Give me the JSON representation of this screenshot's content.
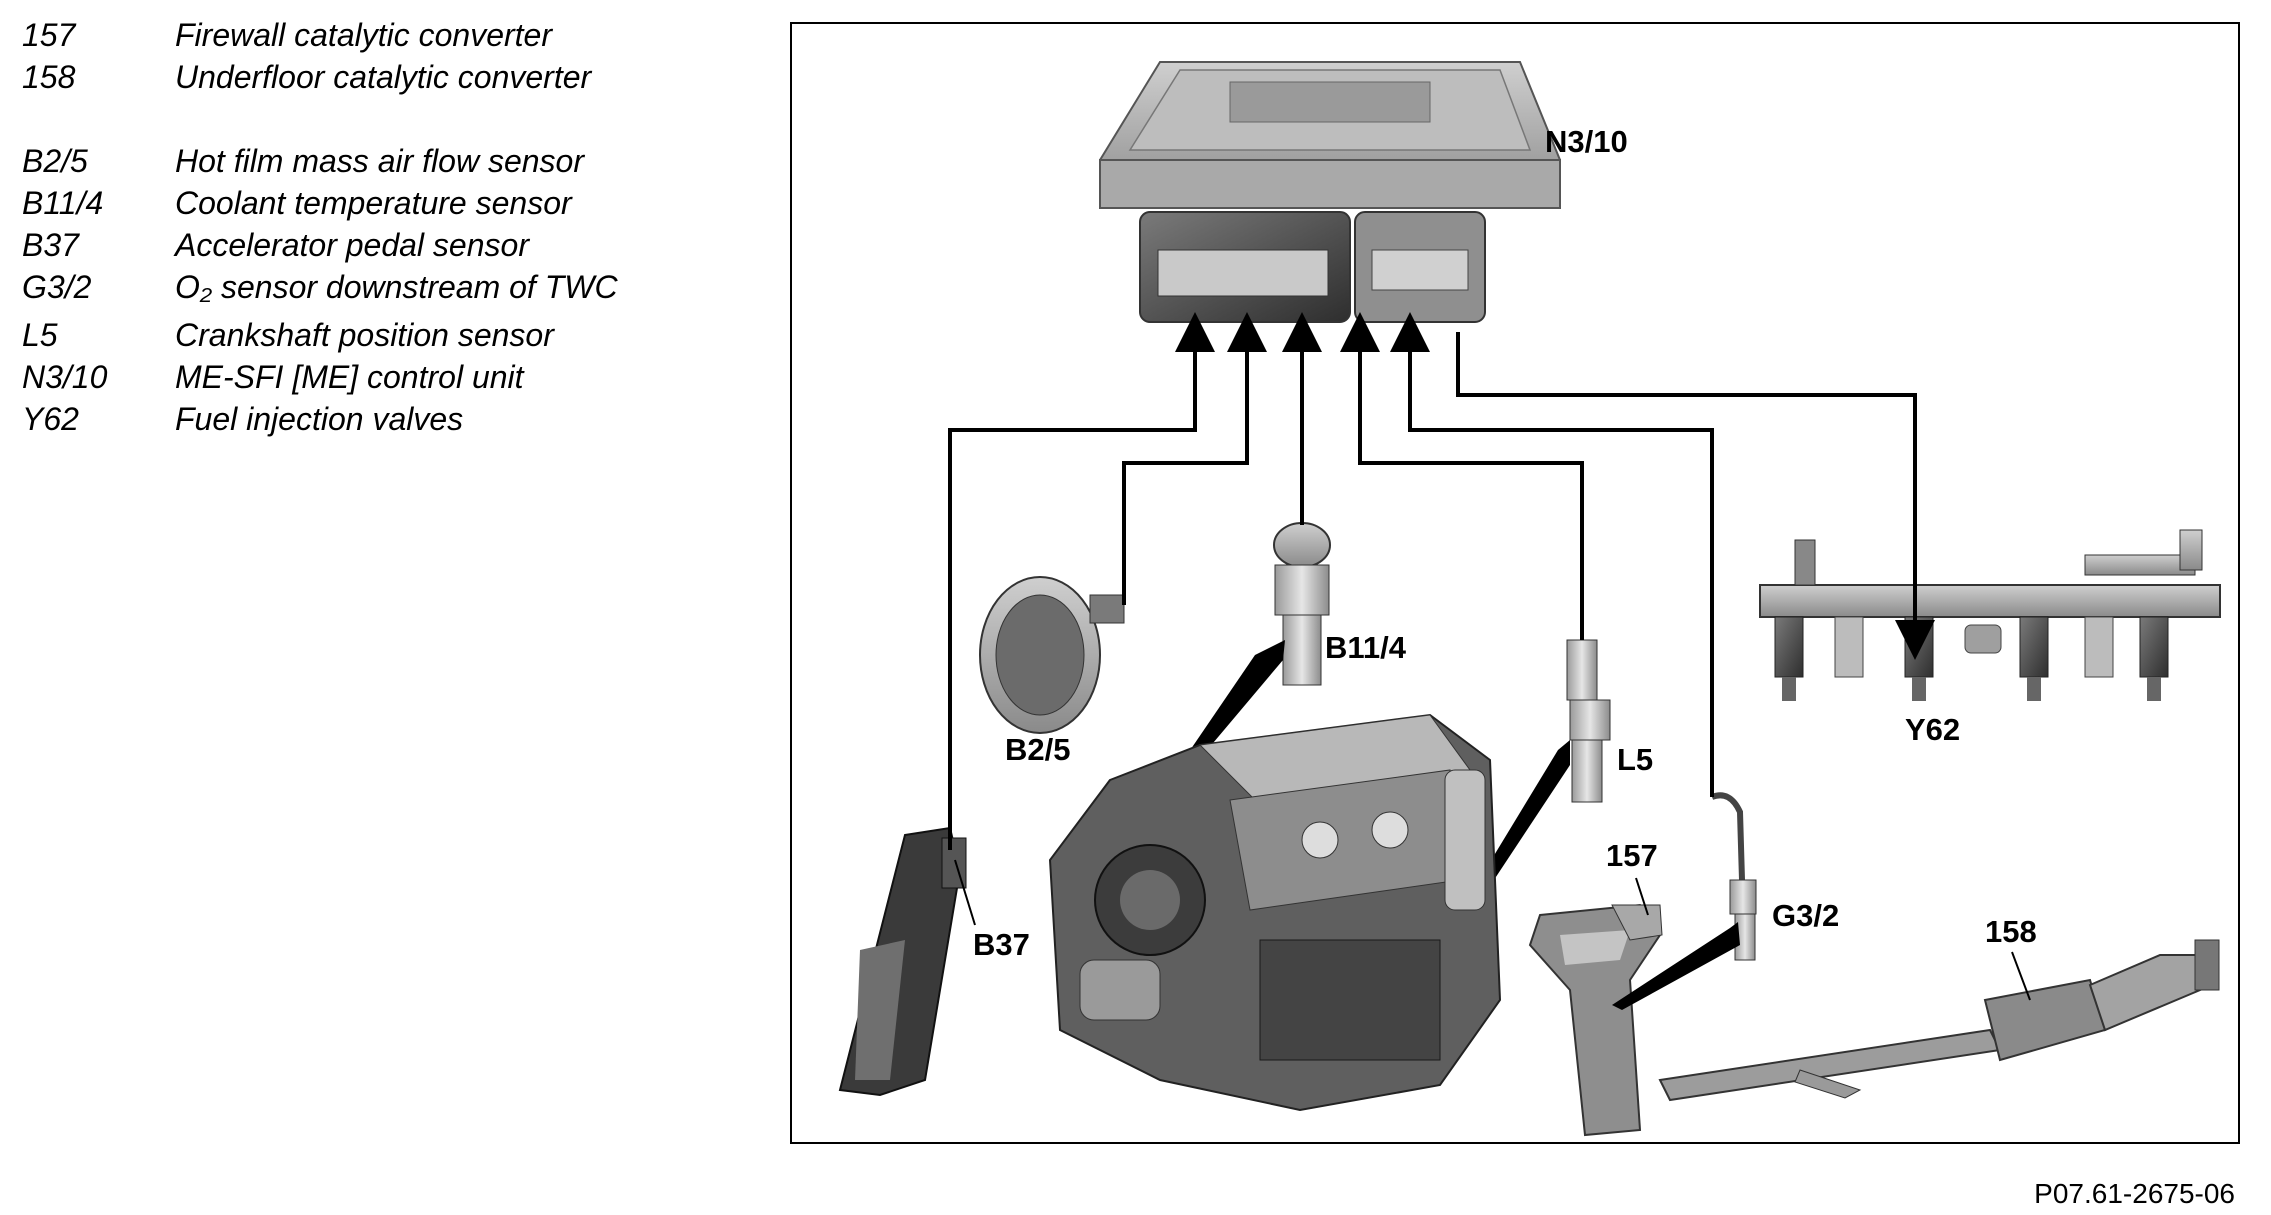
{
  "legend": [
    {
      "code": "157",
      "desc": "Firewall catalytic converter"
    },
    {
      "code": "158",
      "desc": "Underfloor catalytic converter"
    },
    {
      "code": "B2/5",
      "desc": "Hot film mass air flow sensor"
    },
    {
      "code": "B11/4",
      "desc": "Coolant temperature sensor"
    },
    {
      "code": "B37",
      "desc": "Accelerator pedal sensor"
    },
    {
      "code": "G3/2",
      "desc": "O₂ sensor downstream of TWC"
    },
    {
      "code": "L5",
      "desc": "Crankshaft position sensor"
    },
    {
      "code": "N3/10",
      "desc": "ME-SFI [ME] control unit"
    },
    {
      "code": "Y62",
      "desc": "Fuel injection valves"
    }
  ],
  "diagram": {
    "labels": {
      "n3_10": "N3/10",
      "b11_4": "B11/4",
      "b2_5": "B2/5",
      "l5": "L5",
      "y62": "Y62",
      "b37": "B37",
      "c157": "157",
      "g3_2": "G3/2",
      "c158": "158"
    }
  },
  "footer": {
    "code": "P07.61-2675-06"
  }
}
